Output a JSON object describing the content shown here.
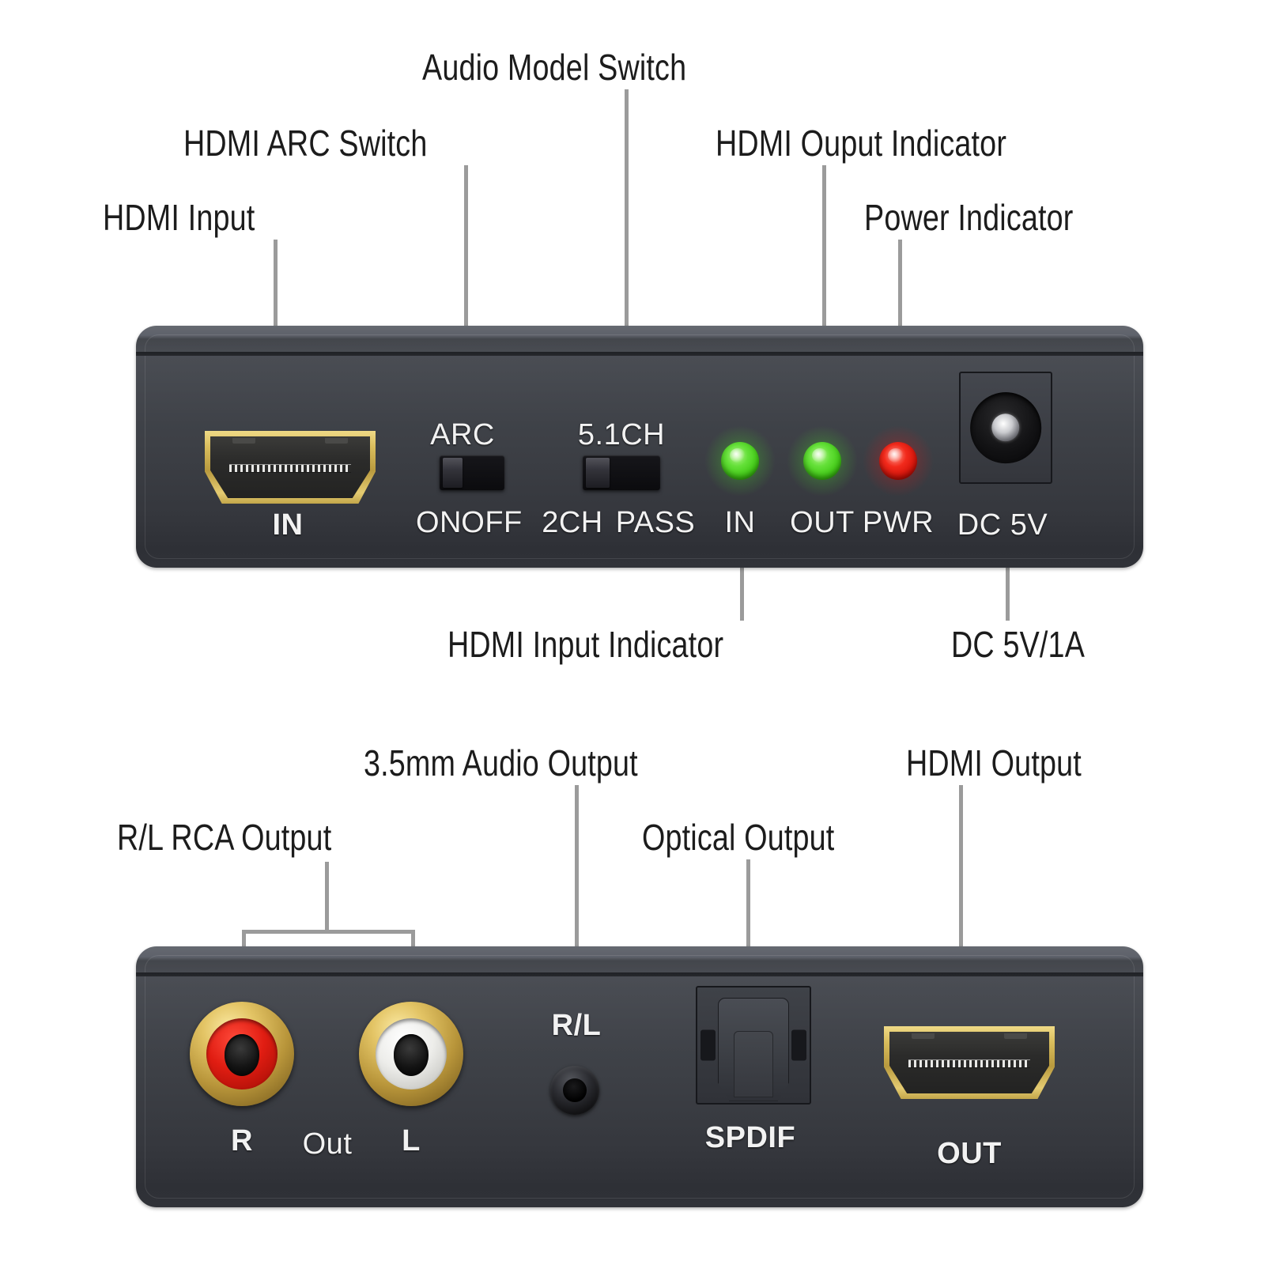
{
  "diagram": {
    "title": "HDMI Audio Extractor port diagram",
    "line_color": "#9b9b9b",
    "label_color": "#1c1c1c",
    "chassis_color": "#3e4147"
  },
  "front_panel": {
    "callouts": {
      "hdmi_input": "HDMI Input",
      "hdmi_arc_switch": "HDMI ARC Switch",
      "audio_model_switch": "Audio Model Switch",
      "hdmi_output_indicator": "HDMI Ouput Indicator",
      "power_indicator": "Power Indicator",
      "hdmi_input_indicator": "HDMI Input Indicator",
      "dc_power": "DC 5V/1A"
    },
    "silkscreen": {
      "hdmi_in": "IN",
      "arc_top": "ARC",
      "arc_on": "ON",
      "arc_off": "OFF",
      "audio_top": "5.1CH",
      "audio_2ch": "2CH",
      "audio_pass": "PASS",
      "led_in": "IN",
      "led_out": "OUT",
      "led_pwr": "PWR",
      "dc_label": "DC 5V"
    },
    "leds": [
      {
        "name": "in",
        "label": "IN",
        "color": "#4ade2a",
        "state": "on"
      },
      {
        "name": "out",
        "label": "OUT",
        "color": "#4ade2a",
        "state": "on"
      },
      {
        "name": "pwr",
        "label": "PWR",
        "color": "#ee1612",
        "state": "on"
      }
    ],
    "switches": [
      {
        "name": "hdmi-arc",
        "top_label": "ARC",
        "positions": [
          "ON",
          "OFF"
        ],
        "knob": "left"
      },
      {
        "name": "audio-mode",
        "top_label": "5.1CH",
        "positions": [
          "2CH",
          "PASS"
        ],
        "knob": "left"
      }
    ]
  },
  "back_panel": {
    "callouts": {
      "rca_output": "R/L RCA Output",
      "audio_35mm": "3.5mm Audio Output",
      "optical_output": "Optical Output",
      "hdmi_output": "HDMI Output"
    },
    "silkscreen": {
      "rca_r": "R",
      "rca_out": "Out",
      "rca_l": "L",
      "jack_rl": "R/L",
      "spdif": "SPDIF",
      "hdmi_out": "OUT"
    },
    "rca_jacks": [
      {
        "name": "right",
        "label": "R",
        "ring_color": "#e01d12"
      },
      {
        "name": "left",
        "label": "L",
        "ring_color": "#ffffff"
      }
    ]
  }
}
